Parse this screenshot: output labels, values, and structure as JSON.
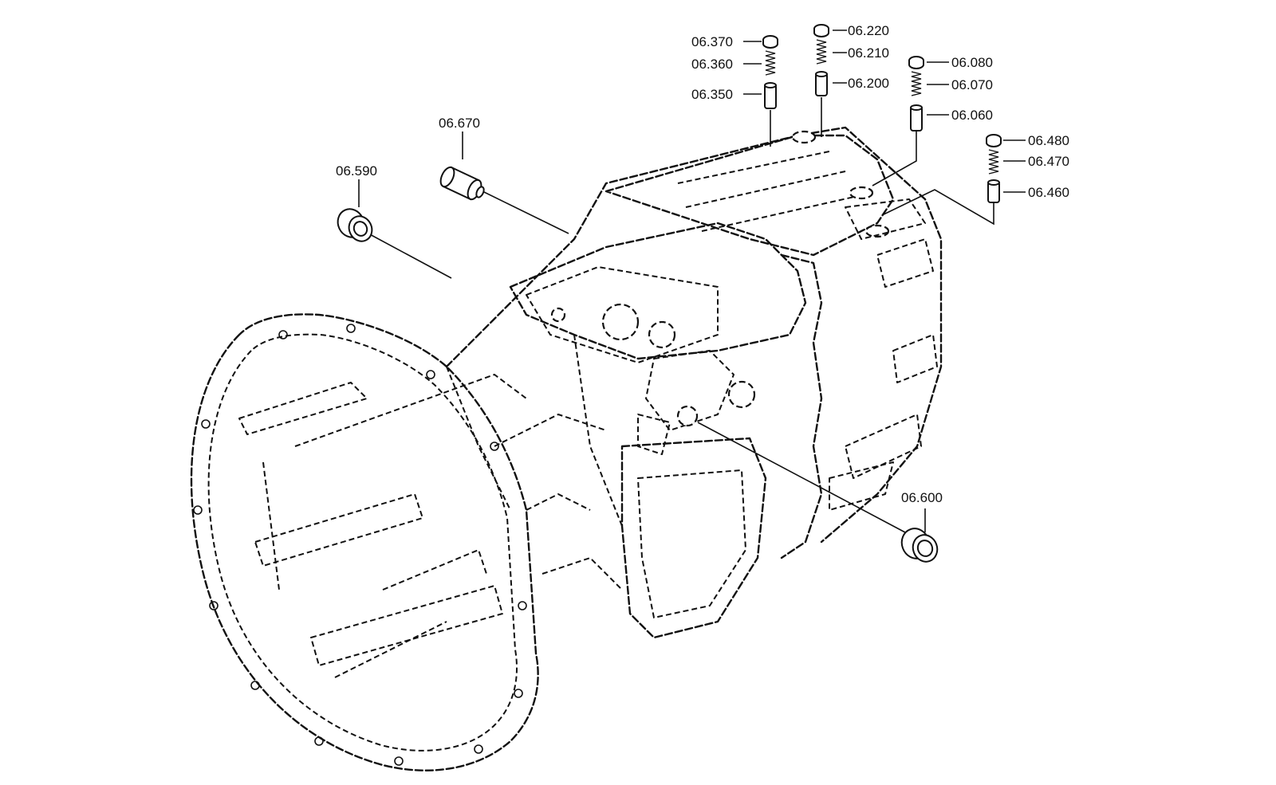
{
  "diagram": {
    "colors": {
      "line": "#111111",
      "background": "#ffffff"
    },
    "callouts": [
      {
        "id": "06.370",
        "label": "06.370",
        "kind": "cap"
      },
      {
        "id": "06.360",
        "label": "06.360",
        "kind": "spring"
      },
      {
        "id": "06.350",
        "label": "06.350",
        "kind": "pin"
      },
      {
        "id": "06.220",
        "label": "06.220",
        "kind": "cap"
      },
      {
        "id": "06.210",
        "label": "06.210",
        "kind": "spring"
      },
      {
        "id": "06.200",
        "label": "06.200",
        "kind": "pin"
      },
      {
        "id": "06.080",
        "label": "06.080",
        "kind": "cap"
      },
      {
        "id": "06.070",
        "label": "06.070",
        "kind": "spring"
      },
      {
        "id": "06.060",
        "label": "06.060",
        "kind": "pin"
      },
      {
        "id": "06.480",
        "label": "06.480",
        "kind": "cap"
      },
      {
        "id": "06.470",
        "label": "06.470",
        "kind": "spring"
      },
      {
        "id": "06.460",
        "label": "06.460",
        "kind": "pin"
      },
      {
        "id": "06.670",
        "label": "06.670",
        "kind": "sleeve"
      },
      {
        "id": "06.590",
        "label": "06.590",
        "kind": "plug"
      },
      {
        "id": "06.600",
        "label": "06.600",
        "kind": "plug"
      }
    ]
  }
}
